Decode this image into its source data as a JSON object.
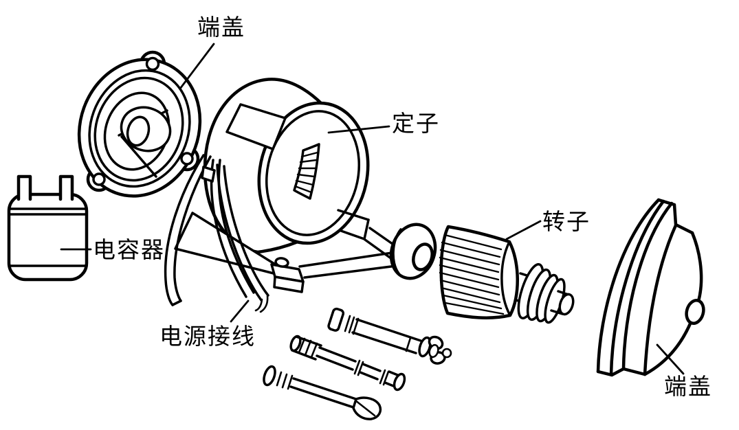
{
  "figure": {
    "type": "exploded-view line drawing",
    "subject": "single-phase electric motor disassembled parts",
    "background_color": "#ffffff",
    "line_color": "#000000",
    "text_color": "#000000"
  },
  "labels": {
    "front_end_cover": "端盖",
    "stator": "定子",
    "rotor": "转子",
    "capacitor": "电容器",
    "power_leads": "电源接线",
    "rear_end_cover": "端盖"
  }
}
